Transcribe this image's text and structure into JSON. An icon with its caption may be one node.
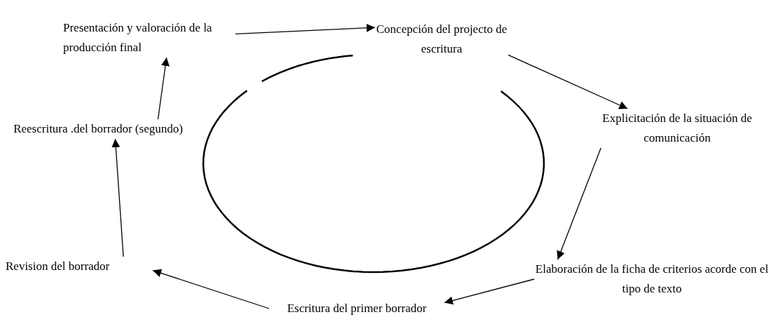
{
  "diagram": {
    "nodes": [
      {
        "text": [
          "Concepción del projecto de escritura"
        ]
      },
      {
        "text": [
          "Explicitación de la situación de comunicación"
        ]
      },
      {
        "text": [
          "Elaboración de la ficha de criterios acorde con el tipo de texto"
        ]
      },
      {
        "text": [
          "Escritura del primer borrador"
        ]
      },
      {
        "text": [
          "Revision del borrador"
        ]
      },
      {
        "text": [
          "Reescritura .del borrador (segundo)"
        ]
      },
      {
        "text": [
          "Presentación y valoración de la producción final"
        ]
      }
    ],
    "edges": [
      {
        "from": 0,
        "to": 1,
        "arrow": "to"
      },
      {
        "from": 1,
        "to": 2,
        "arrow": "to"
      },
      {
        "from": 2,
        "to": 3,
        "arrow": "to"
      },
      {
        "from": 3,
        "to": 4,
        "arrow": "to"
      },
      {
        "from": 4,
        "to": 5,
        "arrow": "to"
      },
      {
        "from": 5,
        "to": 6,
        "arrow": "to"
      },
      {
        "from": 6,
        "to": 0,
        "arrow": "to"
      }
    ]
  }
}
